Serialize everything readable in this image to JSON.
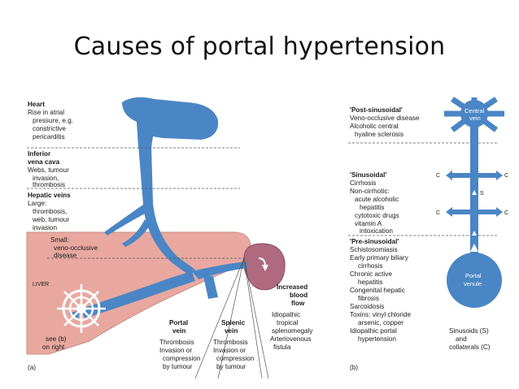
{
  "title": "Causes of portal hypertension",
  "left": {
    "heart": [
      "Heart",
      "Rise in atrial",
      "pressure, e.g.",
      "constrictive",
      "pericarditis"
    ],
    "ivc": [
      "Inferior",
      "vena cava",
      "Webs, tumour",
      "invasion,",
      "thrombosis"
    ],
    "hepatic": [
      "Hepatic veins",
      "Large:",
      "thrombosis,",
      "web, tumour",
      "invasion"
    ],
    "small": [
      "Small:",
      "veno-occlusive",
      "disease"
    ],
    "liver": "LIVER",
    "see_b": [
      "see (b)",
      "on right"
    ],
    "portal": [
      "Portal",
      "vein"
    ],
    "splenic": [
      "Splenic",
      "vein"
    ],
    "increased": [
      "Increased",
      "blood",
      "flow"
    ],
    "portal_causes": [
      "Thrombosis",
      "Invasion or",
      "compression",
      "by tumour"
    ],
    "splenic_causes": [
      "Thrombosis",
      "Invasion or",
      "compression",
      "by tumour"
    ],
    "flow_causes": [
      "Idiopathic",
      "tropical",
      "splenomegaly",
      "Arteriovenous",
      "fistula"
    ],
    "panel": "(a)"
  },
  "right": {
    "post": [
      "'Post-sinusoidal'",
      "Veno-occlusive disease",
      "Alcoholic central",
      "hyaline sclerosis"
    ],
    "sinus": [
      "'Sinusoidal'",
      "Cirrhosis",
      "Non-cirrhotic:",
      "acute alcoholic",
      "hepatitis",
      "cytotoxic drugs",
      "vitamin A",
      "intoxication"
    ],
    "pre": [
      "'Pre-sinusoidal'",
      "Schistosomiasis",
      "Early primary biliary",
      "cirrhosis",
      "Chronic active",
      "hepatitis",
      "Congenital hepatic",
      "fibrosis",
      "Sarcoidosis",
      "Toxins: vinyl chloride",
      "arsenic, copper",
      "Idiopathic portal",
      "hypertension"
    ],
    "central_vein": [
      "Central",
      "vein"
    ],
    "portal_venule": [
      "Portal",
      "venule"
    ],
    "c_label": "C",
    "s_label": "S",
    "legend": [
      "Sinusoids (S)",
      "and",
      "collaterals (C)"
    ],
    "panel": "(b)"
  },
  "colors": {
    "vein": "#4a86c5",
    "liver": "#e8a8a0",
    "spleen": "#b06a80",
    "nodule": "#ffffff"
  }
}
